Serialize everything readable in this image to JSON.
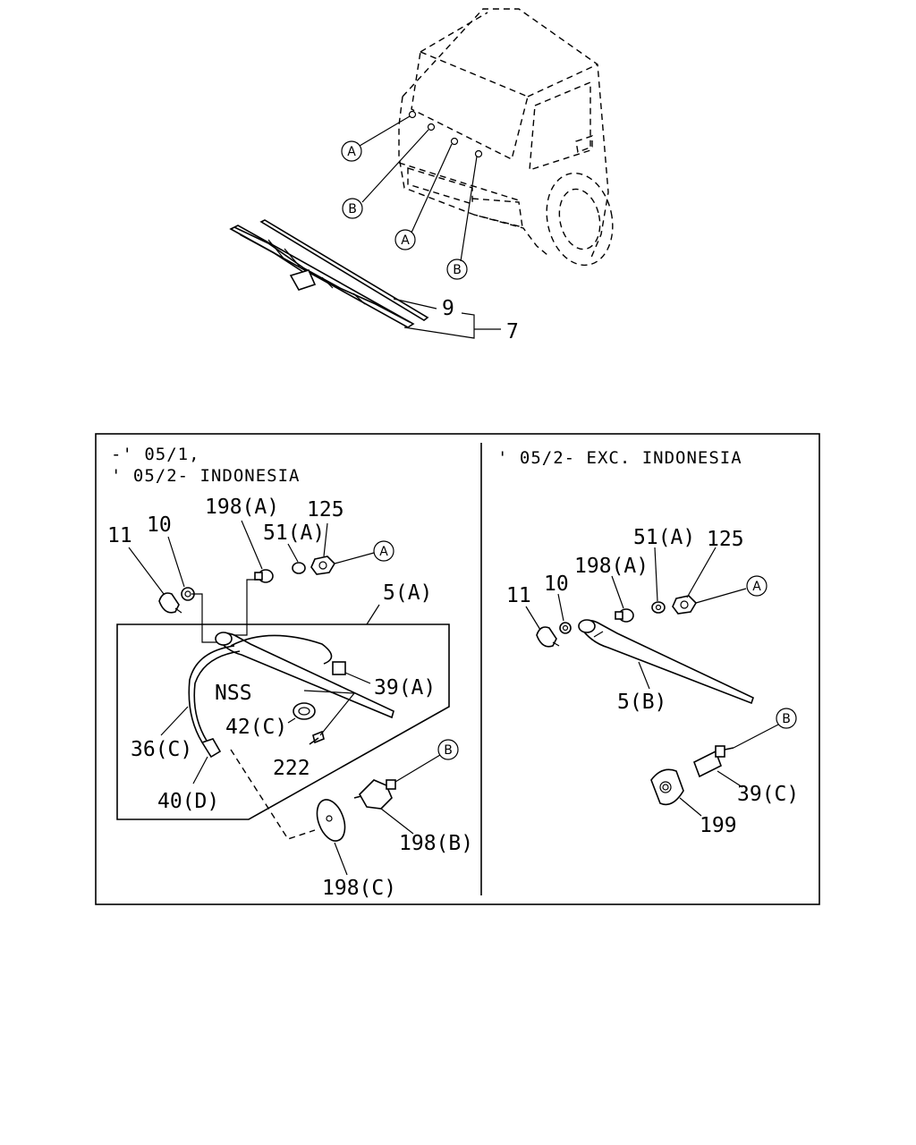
{
  "top": {
    "markers": {
      "m1": "A",
      "m2": "B",
      "m3": "A",
      "m4": "B"
    },
    "labels": {
      "blade": "9",
      "assembly": "7"
    }
  },
  "left_panel": {
    "note_line1": "-' 05/1,",
    "note_line2": "' 05/2- INDONESIA",
    "labels": {
      "l11": "11",
      "l10": "10",
      "l198a": "198(A)",
      "l51a": "51(A)",
      "l125": "125",
      "l5a": "5(A)",
      "l39a": "39(A)",
      "lnss": "NSS",
      "l42c": "42(C)",
      "l222": "222",
      "l36c": "36(C)",
      "l40d": "40(D)",
      "l198b": "198(B)",
      "l198c": "198(C)"
    },
    "markers": {
      "a": "A",
      "b": "B"
    }
  },
  "right_panel": {
    "note": "' 05/2- EXC. INDONESIA",
    "labels": {
      "l11": "11",
      "l10": "10",
      "l198a": "198(A)",
      "l51a": "51(A)",
      "l125": "125",
      "l5b": "5(B)",
      "l39c": "39(C)",
      "l199": "199"
    },
    "markers": {
      "a": "A",
      "b": "B"
    }
  }
}
